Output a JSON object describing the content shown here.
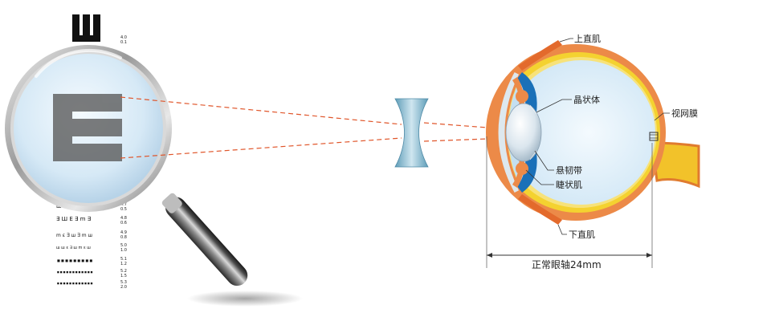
{
  "eye_chart": {
    "acuity_rows": [
      {
        "value": "4.0",
        "decimal": "0.1"
      },
      {
        "value": "4.7",
        "decimal": "0.5"
      },
      {
        "value": "4.8",
        "decimal": "0.6"
      },
      {
        "value": "4.9",
        "decimal": "0.8"
      },
      {
        "value": "5.0",
        "decimal": "1.0"
      },
      {
        "value": "5.1",
        "decimal": "1.2"
      },
      {
        "value": "5.2",
        "decimal": "1.5"
      },
      {
        "value": "5.3",
        "decimal": "2.0"
      }
    ]
  },
  "eye": {
    "labels": {
      "superior_rectus": "上直肌",
      "lens": "晶状体",
      "retina": "视网膜",
      "zonule": "悬韧带",
      "ciliary_muscle": "睫状肌",
      "inferior_rectus": "下直肌"
    },
    "axial_length_label": "正常眼轴24mm"
  },
  "colors": {
    "ray": "#e0562b",
    "sclera": "#ec8a48",
    "choroid": "#f4d230",
    "vitreous": "#dff0fa",
    "lens_blue": "#1a70b8",
    "optic_nerve": "#f2c22a"
  }
}
